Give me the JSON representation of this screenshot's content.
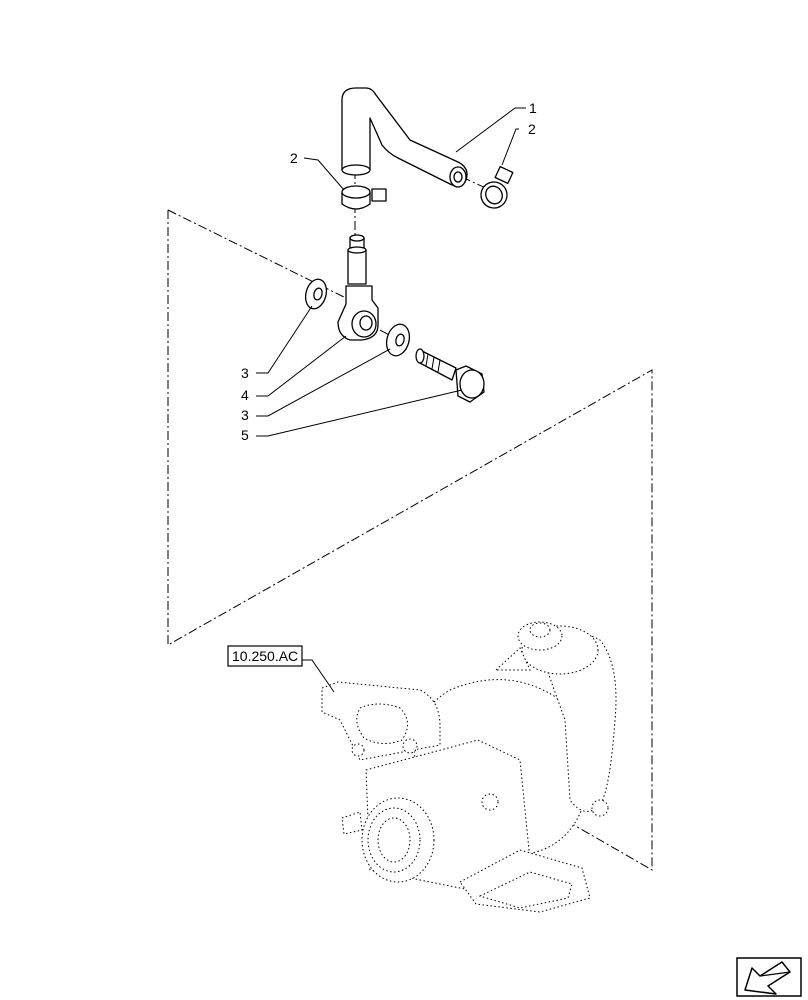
{
  "callouts": [
    {
      "id": "c1",
      "label": "1"
    },
    {
      "id": "c2a",
      "label": "2"
    },
    {
      "id": "c2b",
      "label": "2"
    },
    {
      "id": "c3a",
      "label": "3"
    },
    {
      "id": "c4",
      "label": "4"
    },
    {
      "id": "c3b",
      "label": "3"
    },
    {
      "id": "c5",
      "label": "5"
    }
  ],
  "reference_tag": "10.250.AC",
  "nav_icon": "next-page-arrow-icon"
}
